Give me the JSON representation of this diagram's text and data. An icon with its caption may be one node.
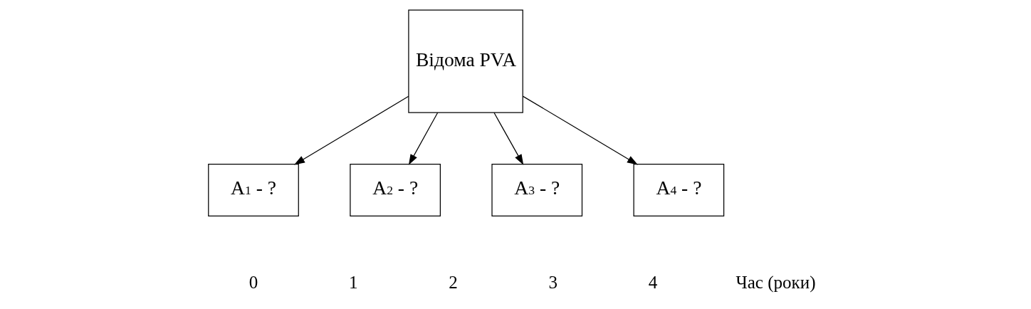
{
  "diagram": {
    "nodes": [
      {
        "text": [
          "Відома PVA"
        ]
      },
      {
        "text": [
          "A$_{1}$ - ?"
        ]
      },
      {
        "text": [
          "A$_{2}$ - ?"
        ]
      },
      {
        "text": [
          "A$_{3}$ - ?"
        ]
      },
      {
        "text": [
          "A$_{4}$ - ?"
        ]
      }
    ],
    "edges": [
      {
        "from": 0,
        "to": 1,
        "arrow": "to"
      },
      {
        "from": 0,
        "to": 2,
        "arrow": "to"
      },
      {
        "from": 0,
        "to": 3,
        "arrow": "to"
      },
      {
        "from": 0,
        "to": 4,
        "arrow": "to"
      }
    ],
    "labels": [
      "0",
      "1",
      "2",
      "3",
      "4",
      "Час (роки)"
    ]
  }
}
